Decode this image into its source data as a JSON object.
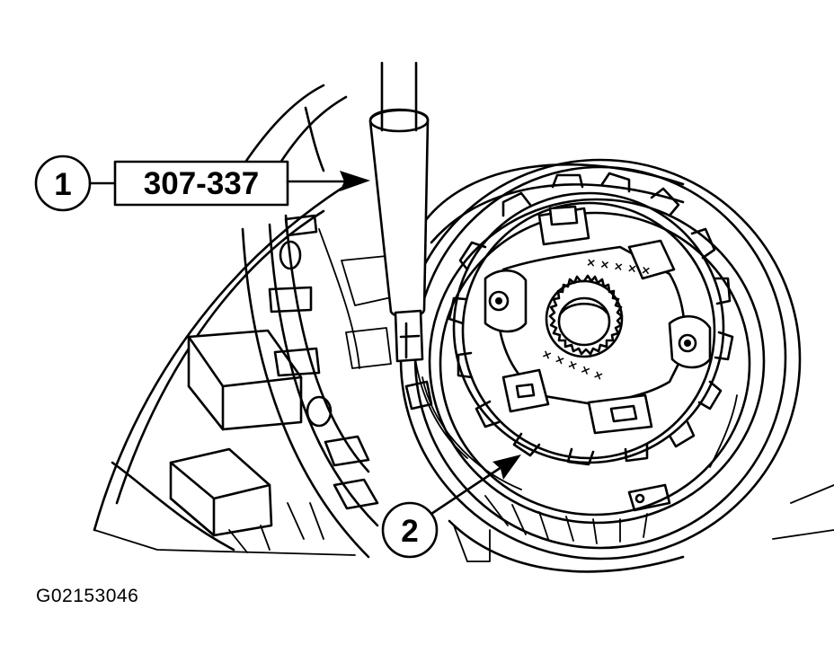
{
  "callouts": [
    {
      "number": "1",
      "tool_label": "307-337"
    },
    {
      "number": "2"
    }
  ],
  "figure_id": "G02153046"
}
